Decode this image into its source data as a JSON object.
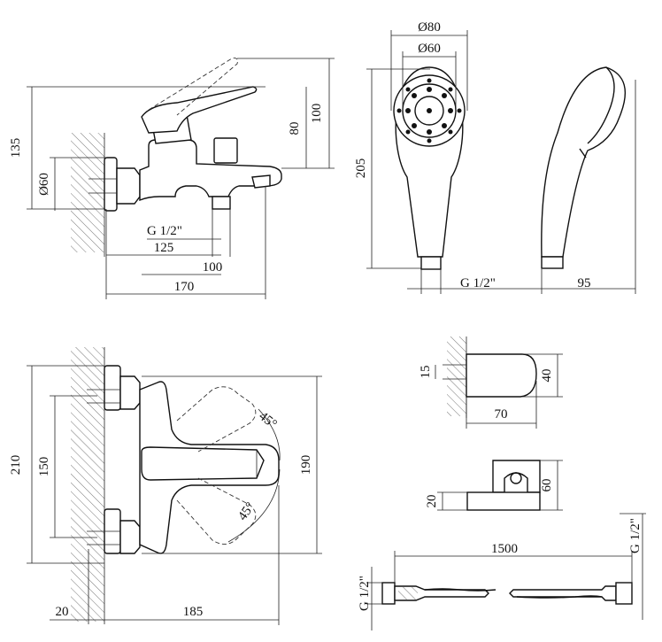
{
  "labels": {
    "d135": "135",
    "d100_h": "100",
    "d80": "80",
    "d60_side": "Ø60",
    "g12_side": "G 1/2\"",
    "d125": "125",
    "d100_w": "100",
    "d170": "170",
    "dia80": "Ø80",
    "dia60": "Ø60",
    "d205": "205",
    "g12_shower": "G 1/2\"",
    "d95": "95",
    "d210": "210",
    "d150": "150",
    "d190": "190",
    "a45_top": "45°",
    "a45_bot": "45°",
    "d20_wall": "20",
    "d185": "185",
    "d15": "15",
    "d40": "40",
    "d70": "70",
    "d60_holder": "60",
    "d20_holder": "20",
    "d1500": "1500",
    "g12_hose_right": "G 1/2\"",
    "g12_hose_left": "G 1/2\""
  }
}
